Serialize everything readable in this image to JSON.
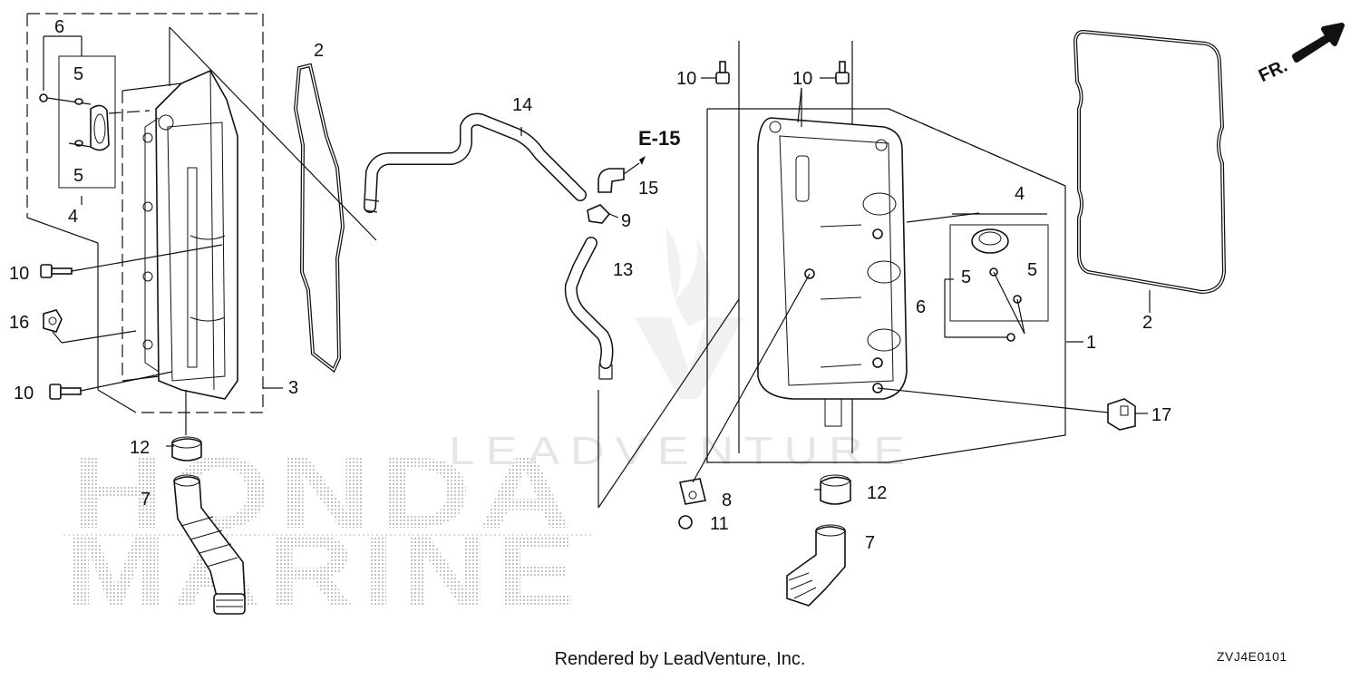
{
  "diagram": {
    "reference_label": "E-15",
    "direction_label": "FR.",
    "watermark_text": "LEADVENTURE",
    "brand_line1": "HONDA",
    "brand_line2": "MARINE",
    "footer_credit": "Rendered by LeadVenture, Inc.",
    "diagram_code": "ZVJ4E0101",
    "callouts": [
      "1",
      "2",
      "3",
      "4",
      "5",
      "6",
      "7",
      "8",
      "9",
      "10",
      "11",
      "12",
      "13",
      "14",
      "15",
      "16",
      "17"
    ]
  }
}
